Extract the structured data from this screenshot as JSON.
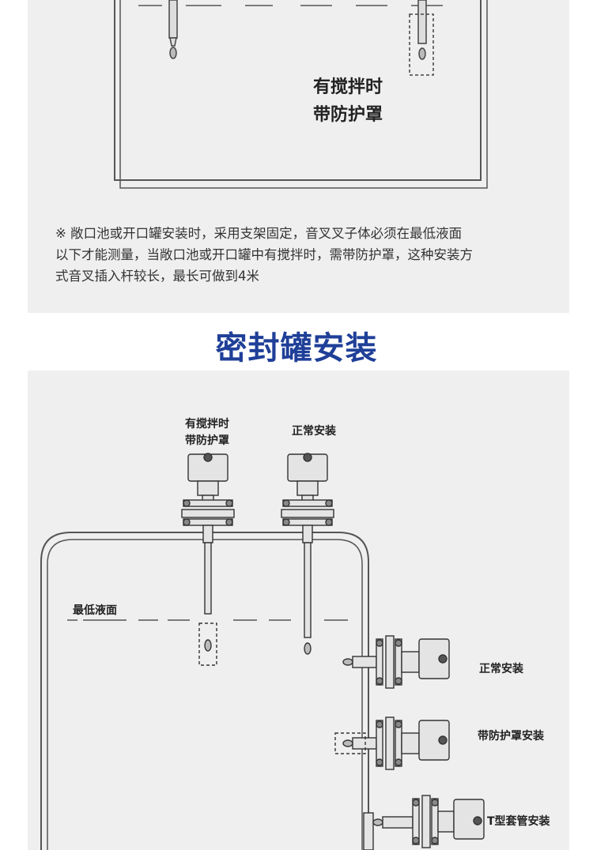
{
  "top_diagram": {
    "label_line1": "有搅拌时",
    "label_line2": "带防护罩"
  },
  "top_note": {
    "lines": [
      "※ 敞口池或开口罐安装时，采用支架固定，音叉叉子体必须在最低液面",
      "以下才能测量，当敞口池或开口罐中有搅拌时，需带防护罩，这种安装方",
      "式音叉插入杆较长，最长可做到4米"
    ]
  },
  "section_title": "密封罐安装",
  "bottom_diagram": {
    "label_stir_1": "有搅拌时",
    "label_stir_2": "带防护罩",
    "label_normal_top": "正常安装",
    "label_min_level": "最低液面",
    "label_side_normal": "正常安装",
    "label_side_guard": "带防护罩安装",
    "label_side_tsleeve": "T型套管安装"
  },
  "colors": {
    "panel": "#efefef",
    "title_blue": "#1f3f98",
    "line": "#444444"
  }
}
